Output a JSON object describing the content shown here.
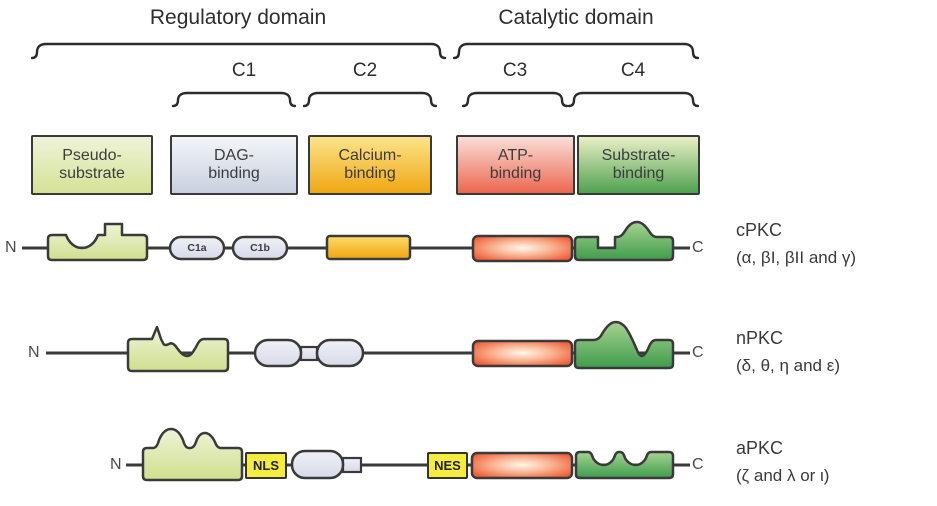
{
  "figure": {
    "description": "PKC family domain structure diagram"
  },
  "header": {
    "regulatory": "Regulatory domain",
    "catalytic": "Catalytic domain",
    "c1": "C1",
    "c2": "C2",
    "c3": "C3",
    "c4": "C4"
  },
  "domain_boxes": {
    "pseudosubstrate": {
      "line1": "Pseudo-",
      "line2": "substrate"
    },
    "dag": {
      "line1": "DAG-",
      "line2": "binding"
    },
    "calcium": {
      "line1": "Calcium-",
      "line2": "binding"
    },
    "atp": {
      "line1": "ATP-",
      "line2": "binding"
    },
    "substrate": {
      "line1": "Substrate-",
      "line2": "binding"
    }
  },
  "rows": {
    "cpkc": {
      "n": "N",
      "c": "C",
      "name": "cPKC",
      "isoforms": "(α, βI, βII and γ)",
      "c1a": "C1a",
      "c1b": "C1b"
    },
    "npkc": {
      "n": "N",
      "c": "C",
      "name": "nPKC",
      "isoforms": "(δ, θ, η and ε)"
    },
    "apkc": {
      "n": "N",
      "c": "C",
      "name": "aPKC",
      "isoforms": "(ζ and λ or ι)",
      "nls": "NLS",
      "nes": "NES"
    }
  },
  "colors": {
    "pseudo_top": "#eef3d8",
    "pseudo_bottom": "#d5e296",
    "dag_top": "#f3f5f9",
    "dag_bottom": "#c9d0de",
    "calcium_top": "#fbe48a",
    "calcium_bottom": "#f0a713",
    "atp_top": "#f9ded7",
    "atp_bottom": "#ec6750",
    "substrate_top": "#e9efc6",
    "substrate_bottom": "#4fa24f",
    "tag_yellow": "#f6ec3e",
    "line": "#3a3a3a",
    "bracket": "#2b2b2b"
  }
}
